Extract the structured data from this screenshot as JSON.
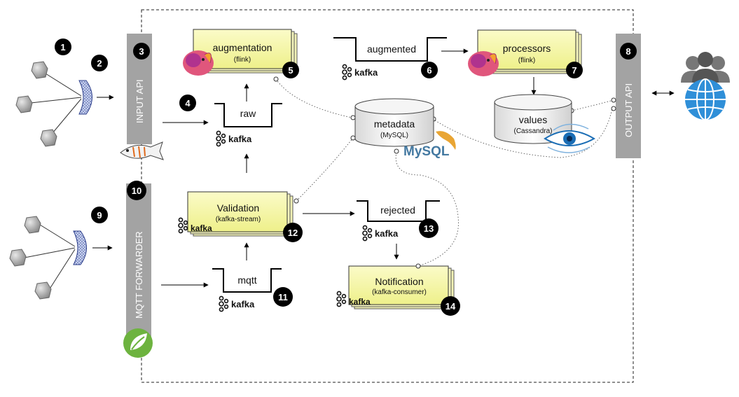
{
  "components": {
    "augmentation": {
      "title": "augmentation",
      "sub": "(flink)"
    },
    "processors": {
      "title": "processors",
      "sub": "(flink)"
    },
    "validation": {
      "title": "Validation",
      "sub": "(kafka-stream)"
    },
    "notification": {
      "title": "Notification",
      "sub": "(kafka-consumer)"
    }
  },
  "topics": {
    "augmented": "augmented",
    "raw": "raw",
    "rejected": "rejected",
    "mqtt": "mqtt"
  },
  "kafka_label": "kafka",
  "databases": {
    "metadata": {
      "title": "metadata",
      "sub": "(MySQL)"
    },
    "values": {
      "title": "values",
      "sub": "(Cassandra)"
    }
  },
  "bars": {
    "input_api": "INPUT API",
    "output_api": "OUTPUT API",
    "mqtt_forwarder": "MQTT FORWARDER"
  },
  "logos": {
    "mysql": "MySQL"
  },
  "steps": [
    "1",
    "2",
    "3",
    "4",
    "5",
    "6",
    "7",
    "8",
    "9",
    "10",
    "11",
    "12",
    "13",
    "14"
  ],
  "icons": [
    "sensor-icon",
    "gateway-icon",
    "flink-squirrel-icon",
    "kafka-icon",
    "mysql-dolphin-icon",
    "cassandra-eye-icon",
    "glassfish-icon",
    "spring-leaf-icon",
    "users-globe-icon"
  ]
}
